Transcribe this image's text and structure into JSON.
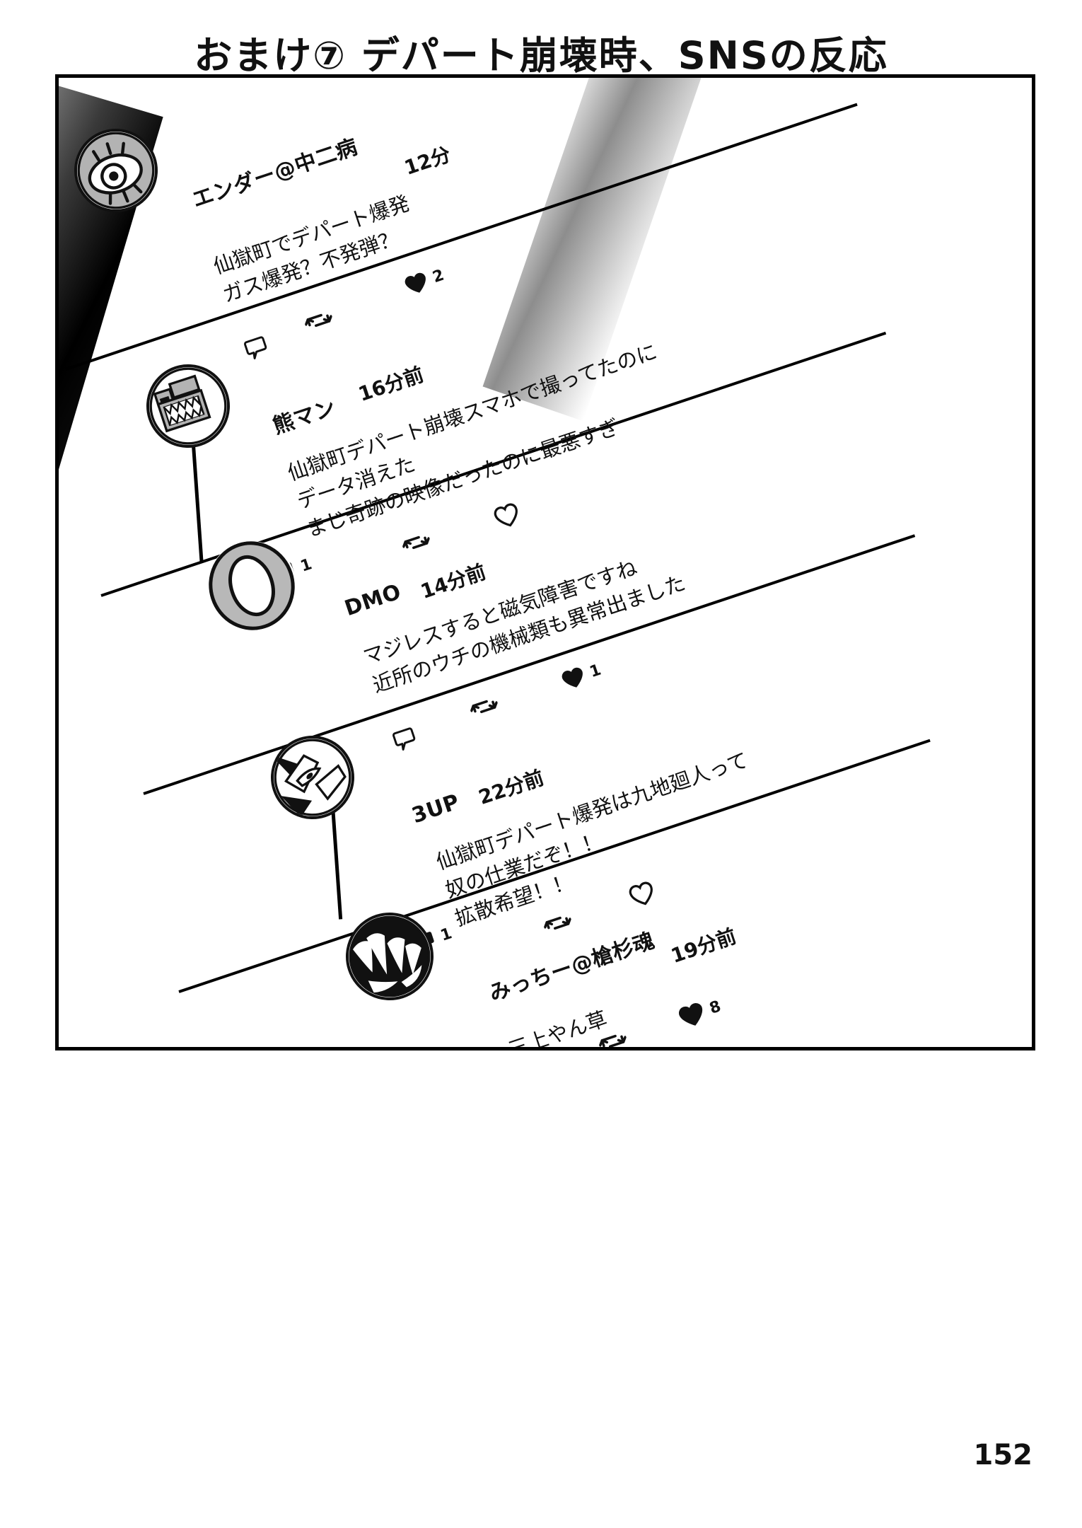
{
  "title": "おまけ⑦ デパート崩壊時、SNSの反応",
  "page_number": "152",
  "icons": {
    "heart_outline": "heart-outline-icon",
    "heart_filled": "heart-filled-icon",
    "retweet": "retweet-icon",
    "reply_outline": "reply-outline-icon",
    "reply_filled": "reply-filled-icon"
  },
  "feed": {
    "posts": [
      {
        "id": "post-ender",
        "handle": "エンダー@中二病",
        "timestamp": "12分",
        "avatar": "eye-avatar",
        "body_lines": [
          "仙獄町でデパート爆発",
          "ガス爆発？不発弾？"
        ],
        "actions": {
          "like_label": "2",
          "like_state": "filled",
          "retweet_label": "",
          "reply_label": "",
          "reply_state": "outline"
        }
      },
      {
        "id": "post-kumaman",
        "handle": "熊マン",
        "timestamp": "16分前",
        "avatar": "bear-avatar",
        "body_lines": [
          "仙獄町デパート崩壊スマホで撮ってたのに",
          "データ消えた",
          "まじ奇跡の映像だったのに最悪すぎ"
        ],
        "actions": {
          "like_label": "",
          "like_state": "outline",
          "retweet_label": "",
          "reply_label": "1",
          "reply_state": "filled"
        }
      },
      {
        "id": "post-dmo",
        "handle": "DMO",
        "timestamp": "14分前",
        "avatar": "ring-avatar",
        "body_lines": [
          "マジレスすると磁気障害ですね",
          "近所のウチの機械類も異常出ました"
        ],
        "actions": {
          "like_label": "1",
          "like_state": "filled",
          "retweet_label": "",
          "reply_label": "",
          "reply_state": "outline"
        }
      },
      {
        "id": "post-3up",
        "handle": "3UP",
        "timestamp": "22分前",
        "avatar": "face-avatar",
        "body_lines": [
          "仙獄町デパート爆発は九地廻人って",
          "奴の仕業だぞ！！",
          "拡散希望！！"
        ],
        "actions": {
          "like_label": "",
          "like_state": "outline",
          "retweet_label": "",
          "reply_label": "1",
          "reply_state": "filled"
        }
      },
      {
        "id": "post-micchi",
        "handle": "みっちー@槍杉魂",
        "timestamp": "19分前",
        "avatar": "oni-avatar",
        "body_lines": [
          "三上やん草"
        ],
        "actions": {
          "like_label": "8",
          "like_state": "filled",
          "retweet_label": "",
          "reply_label": "",
          "reply_state": "outline"
        }
      }
    ]
  }
}
